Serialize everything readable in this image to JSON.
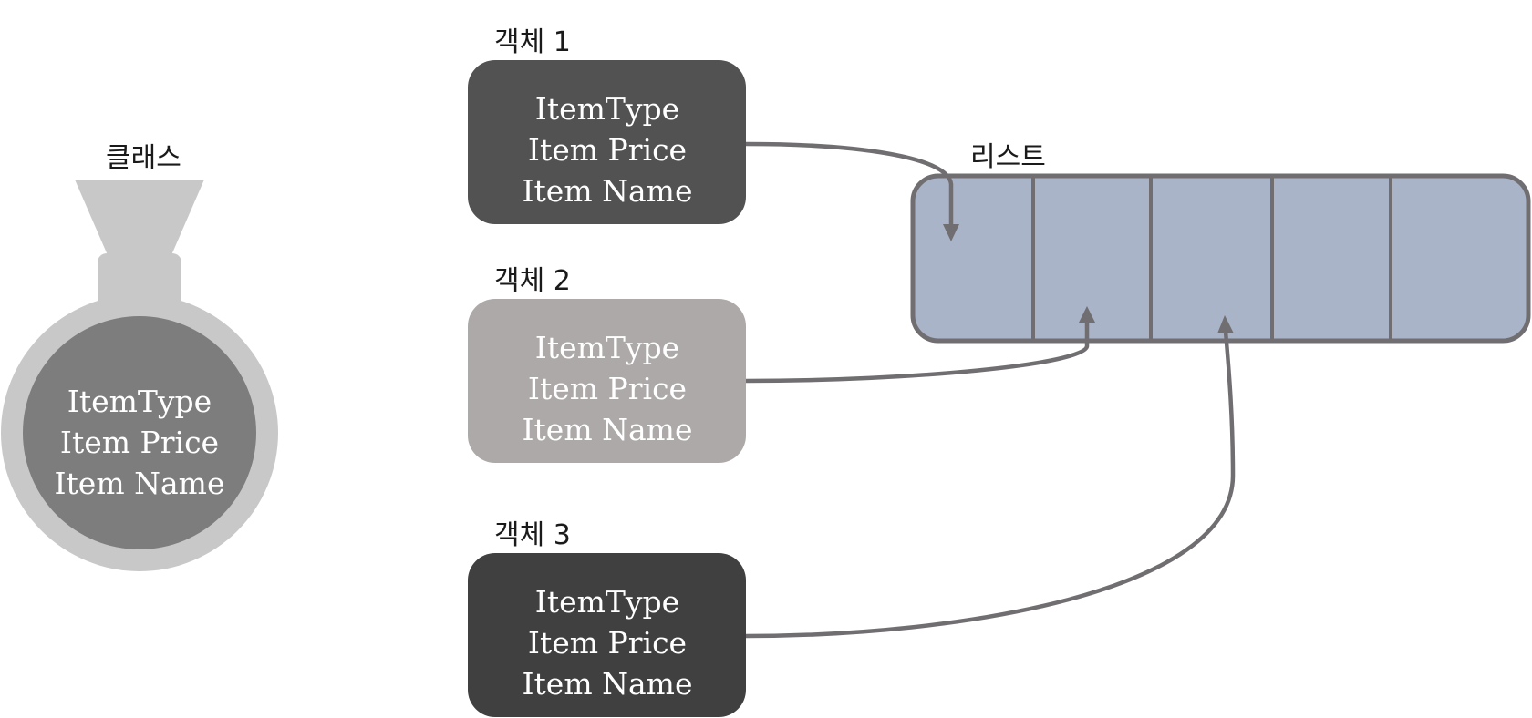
{
  "class_node": {
    "label": "클래스",
    "fields": [
      "ItemType",
      "Item Price",
      "Item Name"
    ],
    "colors": {
      "body": "#c8c8c8",
      "core": "#7d7d7d"
    }
  },
  "objects": [
    {
      "label": "객체 1",
      "fields": [
        "ItemType",
        "Item Price",
        "Item Name"
      ],
      "color": "#525252",
      "target_slot": 1
    },
    {
      "label": "객체 2",
      "fields": [
        "ItemType",
        "Item Price",
        "Item Name"
      ],
      "color": "#ada9a8",
      "target_slot": 2
    },
    {
      "label": "객체 3",
      "fields": [
        "ItemType",
        "Item Price",
        "Item Name"
      ],
      "color": "#404040",
      "target_slot": 3
    }
  ],
  "list_node": {
    "label": "리스트",
    "slot_count": 5,
    "colors": {
      "fill": "#aab4c8",
      "border": "#706e70"
    }
  },
  "arrow_color": "#706e70"
}
